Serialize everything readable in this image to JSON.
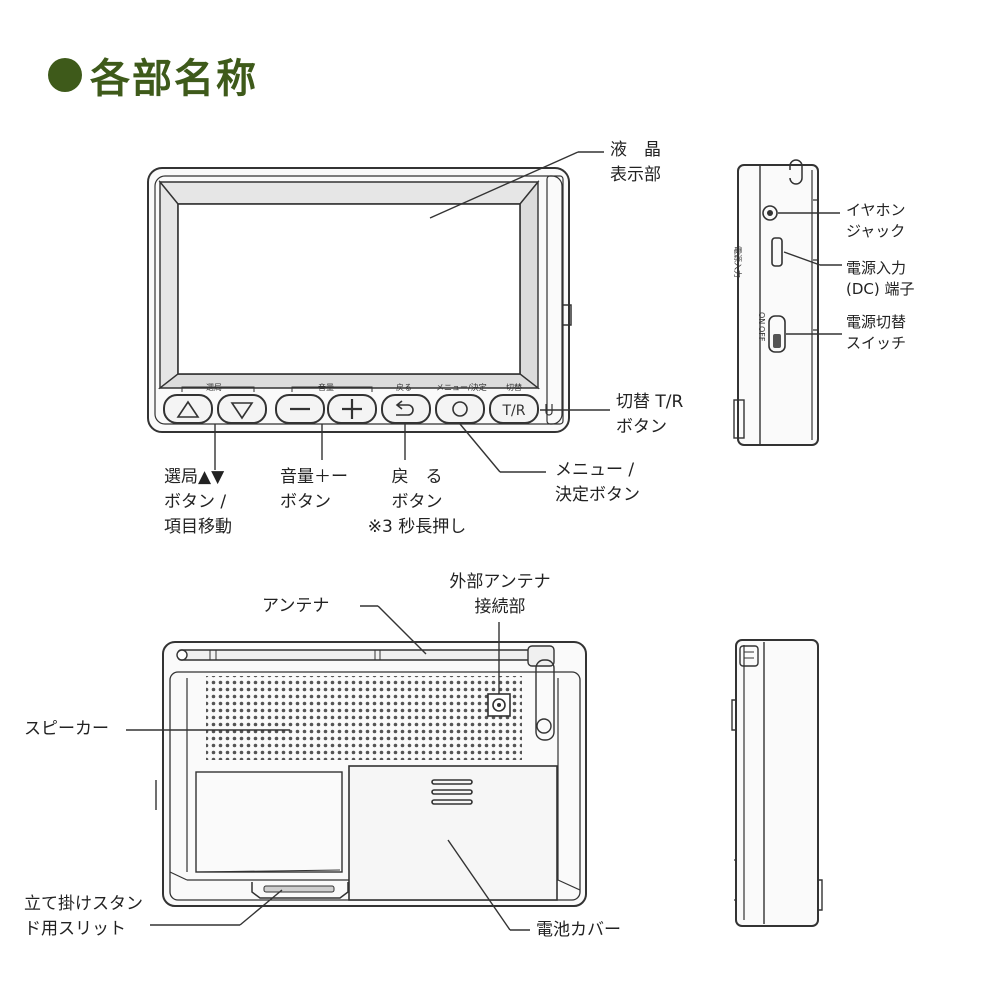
{
  "title": "各部名称",
  "front": {
    "panel_label_channel": "選局",
    "panel_label_volume": "音量",
    "panel_label_back": "戻る",
    "panel_label_menu": "メニュー/決定",
    "panel_label_switch": "切替",
    "button_tr_text": "T/R",
    "lcd_label": [
      "液　晶",
      "表示部"
    ],
    "switch_button_label": [
      "切替 T/R",
      "ボタン"
    ],
    "menu_button_label": [
      "メニュー /",
      "決定ボタン"
    ],
    "channel_button_label": [
      "選局▲▼",
      "ボタン /",
      "項目移動"
    ],
    "volume_button_label": [
      "音量＋ー",
      "ボタン"
    ],
    "back_button_label": [
      "戻　る",
      "ボタン",
      "※3 秒長押し"
    ]
  },
  "side_right": {
    "earphone_label": [
      "イヤホン",
      "ジャック"
    ],
    "dc_label": [
      "電源入力",
      "(DC) 端子"
    ],
    "power_label": [
      "電源切替",
      "スイッチ"
    ],
    "dc_print": "電源入力",
    "on_print": "ON",
    "off_print": "OFF"
  },
  "back": {
    "antenna_label": "アンテナ",
    "ext_antenna_label": [
      "外部アンテナ",
      "接続部"
    ],
    "speaker_label": "スピーカー",
    "stand_slit_label": [
      "立て掛けスタン",
      "ド用スリット"
    ],
    "battery_label": "電池カバー"
  }
}
